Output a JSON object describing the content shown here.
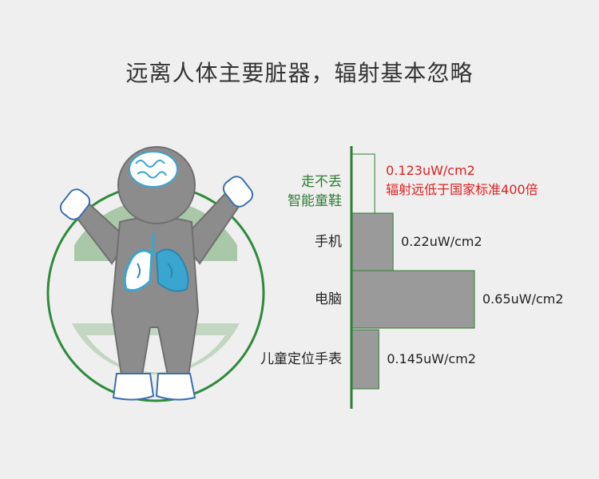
{
  "page": {
    "title": "远离人体主要脏器，辐射基本忽略"
  },
  "colors": {
    "background": "#efefef",
    "axis": "#2e7d32",
    "bar_fill": "#9a9a9a",
    "highlight_bar_stroke": "#2e7d32",
    "highlight_text": "#2f7d32",
    "highlight_value": "#e02020",
    "body_gray": "#8c8c8c",
    "organ_blue": "#3aa6d0",
    "ring_green": "#2e8b3a",
    "ring_band": "#a9c8a8"
  },
  "illustration": {
    "icons": [
      "person-icon",
      "brain-icon",
      "lungs-icon",
      "shoe-icon"
    ]
  },
  "chart_data": {
    "type": "bar",
    "orientation": "horizontal",
    "unit": "uW/cm2",
    "categories": [
      "走不丢智能童鞋",
      "手机",
      "电脑",
      "儿童定位手表"
    ],
    "category_lines": [
      [
        "走不丢",
        "智能童鞋"
      ],
      [
        "手机"
      ],
      [
        "电脑"
      ],
      [
        "儿童定位手表"
      ]
    ],
    "values": [
      0.123,
      0.22,
      0.65,
      0.145
    ],
    "value_labels": [
      "0.123uW/cm2",
      "0.22uW/cm2",
      "0.65uW/cm2",
      "0.145uW/cm2"
    ],
    "highlight_index": 0,
    "annotation": "辐射远低于国家标准400倍",
    "xlim": [
      0,
      0.65
    ]
  }
}
